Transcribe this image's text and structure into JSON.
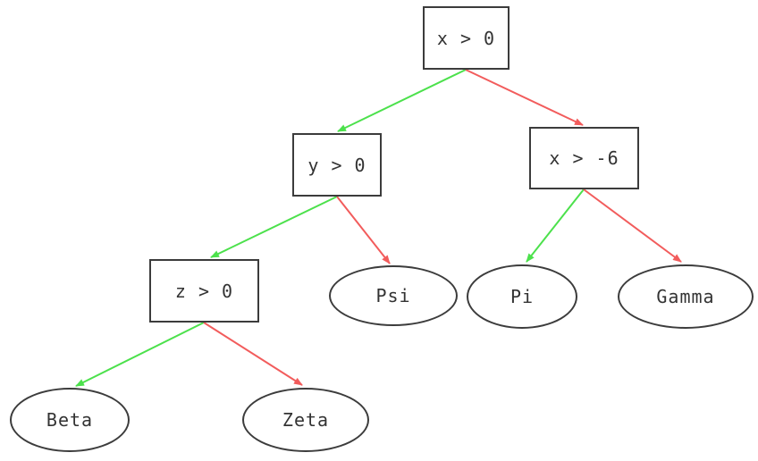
{
  "diagram": {
    "kind": "decision-tree",
    "background_color": "#ffffff",
    "colors": {
      "green_branch": "#4ce14c",
      "red_branch": "#f25c5c",
      "node_border": "#3c3c3c",
      "node_text": "#333333"
    },
    "nodes": {
      "root": {
        "label": "x > 0",
        "shape": "rectangle"
      },
      "y0": {
        "label": "y > 0",
        "shape": "rectangle"
      },
      "xm6": {
        "label": "x > -6",
        "shape": "rectangle"
      },
      "z0": {
        "label": "z > 0",
        "shape": "rectangle"
      },
      "psi": {
        "label": "Psi",
        "shape": "ellipse"
      },
      "pi": {
        "label": "Pi",
        "shape": "ellipse"
      },
      "gamma": {
        "label": "Gamma",
        "shape": "ellipse"
      },
      "beta": {
        "label": "Beta",
        "shape": "ellipse"
      },
      "zeta": {
        "label": "Zeta",
        "shape": "ellipse"
      }
    },
    "edges": [
      {
        "from": "x > 0",
        "to": "y > 0",
        "color": "green"
      },
      {
        "from": "x > 0",
        "to": "x > -6",
        "color": "red"
      },
      {
        "from": "y > 0",
        "to": "z > 0",
        "color": "green"
      },
      {
        "from": "y > 0",
        "to": "Psi",
        "color": "red"
      },
      {
        "from": "x > -6",
        "to": "Pi",
        "color": "green"
      },
      {
        "from": "x > -6",
        "to": "Gamma",
        "color": "red"
      },
      {
        "from": "z > 0",
        "to": "Beta",
        "color": "green"
      },
      {
        "from": "z > 0",
        "to": "Zeta",
        "color": "red"
      }
    ]
  }
}
